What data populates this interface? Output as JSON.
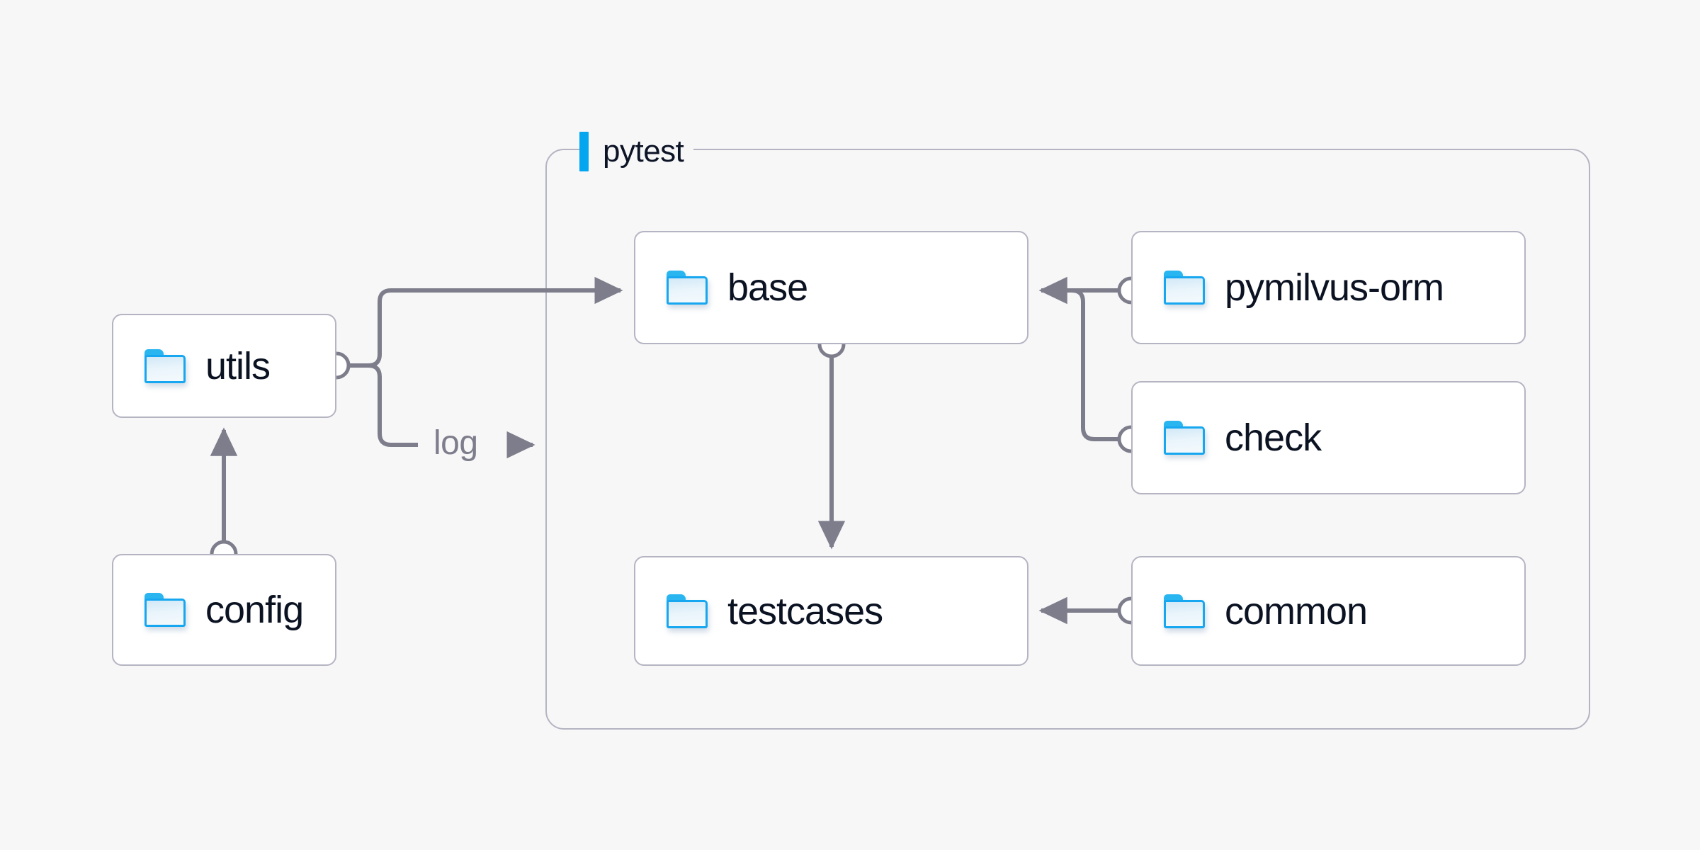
{
  "canvas": {
    "background_color": "#f7f7f8",
    "edge_color": "#7d7d8b",
    "node_border_color": "#b5b4c2",
    "node_fill_color": "#ffffff",
    "accent_color": "#04a7ef",
    "label_color": "#0b1222"
  },
  "group": {
    "label": "pytest",
    "accent_color": "#04a7ef"
  },
  "nodes": [
    {
      "id": "utils",
      "label": "utils",
      "icon": "folder-icon"
    },
    {
      "id": "config",
      "label": "config",
      "icon": "folder-icon"
    },
    {
      "id": "base",
      "label": "base",
      "icon": "folder-icon"
    },
    {
      "id": "testcases",
      "label": "testcases",
      "icon": "folder-icon"
    },
    {
      "id": "pymilvus-orm",
      "label": "pymilvus-orm",
      "icon": "folder-icon"
    },
    {
      "id": "check",
      "label": "check",
      "icon": "folder-icon"
    },
    {
      "id": "common",
      "label": "common",
      "icon": "folder-icon"
    }
  ],
  "edges": [
    {
      "id": "utils-base",
      "from": "utils",
      "to": "base",
      "label": ""
    },
    {
      "id": "utils-log",
      "from": "utils",
      "to": "pytest",
      "label": "log"
    },
    {
      "id": "config-utils",
      "from": "config",
      "to": "utils",
      "label": ""
    },
    {
      "id": "base-testcases",
      "from": "base",
      "to": "testcases",
      "label": ""
    },
    {
      "id": "pymilvusorm-base",
      "from": "pymilvus-orm",
      "to": "base",
      "label": ""
    },
    {
      "id": "check-base",
      "from": "check",
      "to": "base",
      "label": ""
    },
    {
      "id": "common-testcases",
      "from": "common",
      "to": "testcases",
      "label": ""
    }
  ]
}
